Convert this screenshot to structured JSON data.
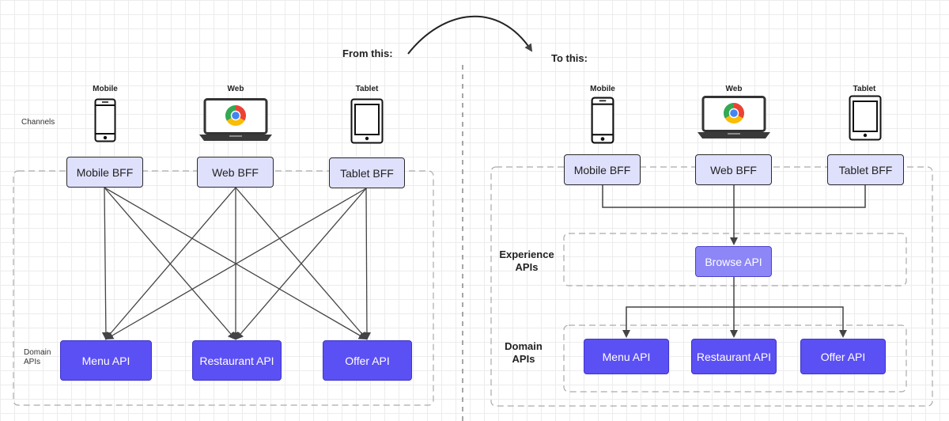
{
  "transition": {
    "from_label": "From this:",
    "to_label": "To this:"
  },
  "left": {
    "channels_label": "Channels",
    "domain_label": "Domain\nAPIs",
    "channels": [
      {
        "label": "Mobile",
        "icon": "mobile-phone-icon"
      },
      {
        "label": "Web",
        "icon": "laptop-chrome-icon"
      },
      {
        "label": "Tablet",
        "icon": "tablet-icon"
      }
    ],
    "bffs": [
      "Mobile BFF",
      "Web BFF",
      "Tablet BFF"
    ],
    "domain_apis": [
      "Menu API",
      "Restaurant API",
      "Offer API"
    ]
  },
  "right": {
    "channels": [
      {
        "label": "Mobile",
        "icon": "mobile-phone-icon"
      },
      {
        "label": "Web",
        "icon": "laptop-chrome-icon"
      },
      {
        "label": "Tablet",
        "icon": "tablet-icon"
      }
    ],
    "bffs": [
      "Mobile BFF",
      "Web BFF",
      "Tablet BFF"
    ],
    "experience_label": "Experience\nAPIs",
    "experience_apis": [
      "Browse API"
    ],
    "domain_label": "Domain\nAPIs",
    "domain_apis": [
      "Menu API",
      "Restaurant API",
      "Offer API"
    ]
  },
  "colors": {
    "bff_fill": "#dfe0fb",
    "domain_fill": "#5b50f3",
    "experience_fill": "#8d86f7",
    "chrome_red": "#ea4335",
    "chrome_yellow": "#fbbc05",
    "chrome_green": "#34a853",
    "chrome_blue": "#4285f4"
  }
}
